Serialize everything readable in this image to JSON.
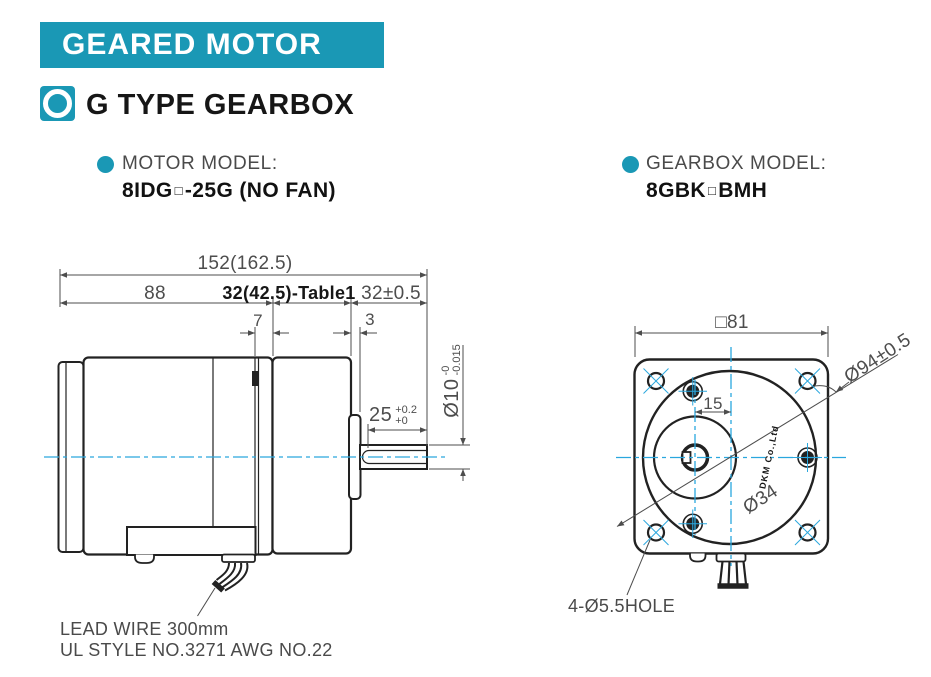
{
  "header": {
    "banner": "GEARED MOTOR",
    "section_title": "G TYPE GEARBOX"
  },
  "models": {
    "motor": {
      "label": "MOTOR MODEL:",
      "prefix": "8IDG",
      "box": "□",
      "suffix": "-25G (NO FAN)"
    },
    "gearbox": {
      "label": "GEARBOX MODEL:",
      "prefix": "8GBK",
      "box": "□",
      "suffix": "BMH"
    }
  },
  "side_view": {
    "dims": {
      "total_length": "152(162.5)",
      "motor_length": "88",
      "gearbox_length": "32(42.5)-Table1",
      "shaft_length": "32±0.5",
      "front_offset": "7",
      "boss_width": "3",
      "shaft_flat": {
        "value": "25",
        "tol_upper": "+0.2",
        "tol_lower": "+0"
      },
      "shaft_dia": {
        "value": "Ø10",
        "tol_upper": "-0",
        "tol_lower": "-0.015"
      }
    },
    "notes": {
      "lead_wire": "LEAD WIRE 300mm",
      "ul_style": "UL STYLE NO.3271 AWG NO.22"
    }
  },
  "front_view": {
    "dims": {
      "flange": "□81",
      "diagonal": "Ø94±0.5",
      "shaft_offset": "15",
      "boss_dia": "Ø34"
    },
    "notes": {
      "holes": "4-Ø5.5HOLE"
    },
    "stamp": "DKM Co.,Ltd"
  },
  "colors": {
    "accent": "#1a98b5",
    "centerline": "#2aa7de",
    "line": "#222222",
    "dim": "#4d4d4d"
  }
}
